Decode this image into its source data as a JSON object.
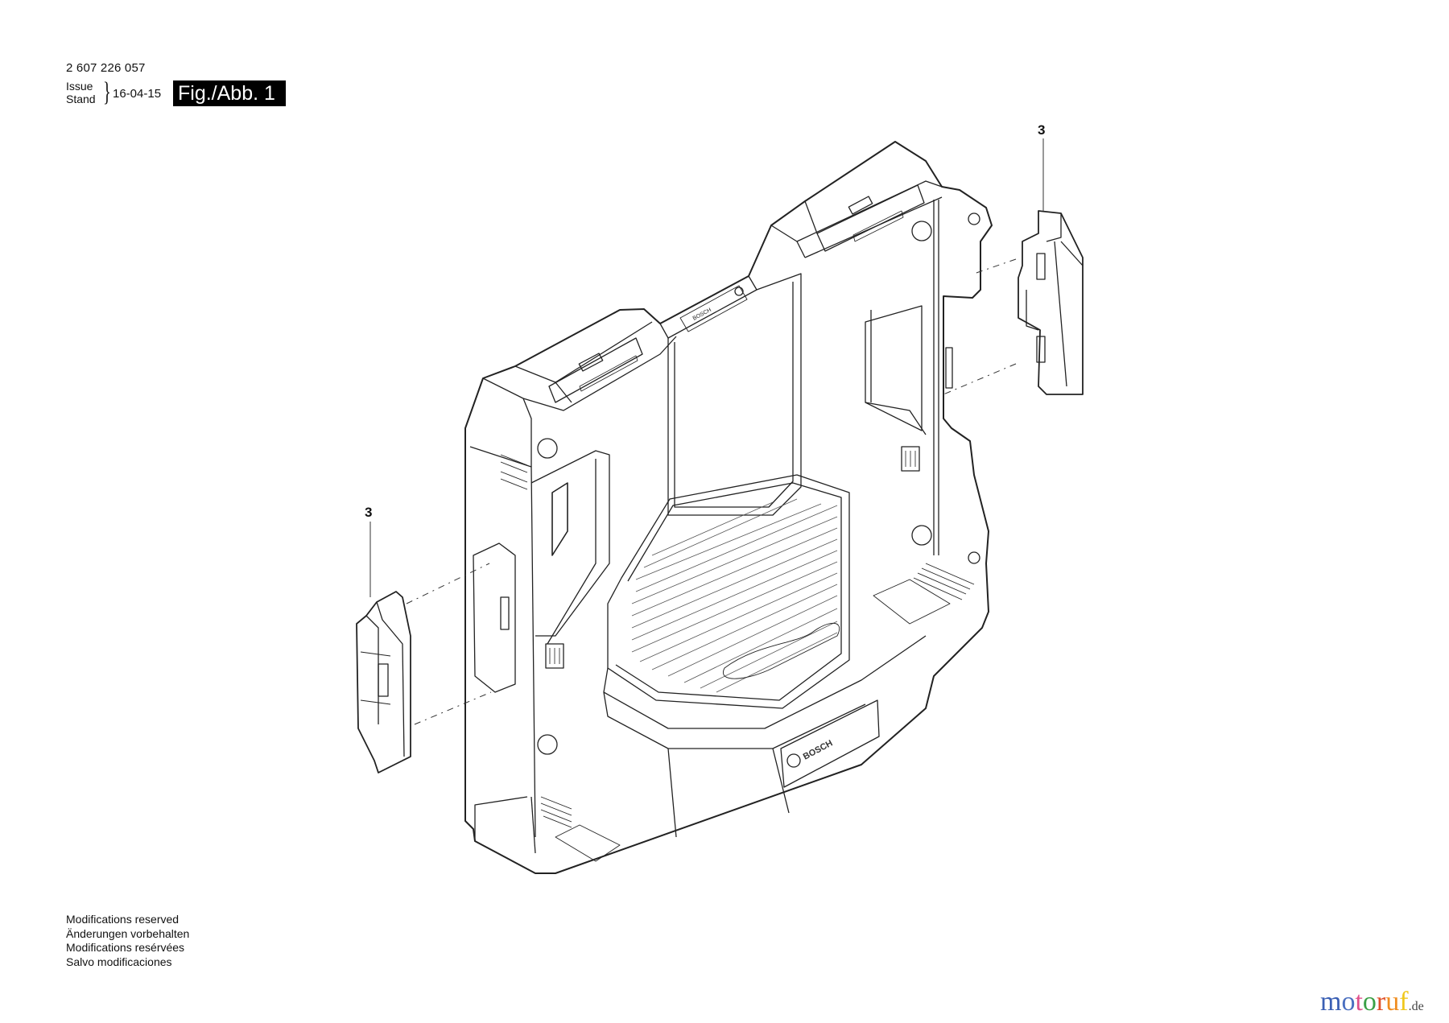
{
  "header": {
    "part_number": "2 607 226 057",
    "issue_label": "Issue",
    "stand_label": "Stand",
    "brace": "}",
    "issue_date": "16-04-15",
    "figure_label": "Fig./Abb. 1"
  },
  "diagram": {
    "subject": "battery holder housing (exploded view)",
    "callouts": [
      {
        "id": "3",
        "position": "upper-right bracket"
      },
      {
        "id": "3",
        "position": "left bracket"
      }
    ],
    "brand_marks": [
      "BOSCH",
      "BOSCH"
    ]
  },
  "footer": {
    "lines": [
      "Modifications reserved",
      "Änderungen vorbehalten",
      "Modifications resérvées",
      "Salvo modificaciones"
    ]
  },
  "watermark": {
    "letters": [
      {
        "char": "m",
        "color": "#3a5fb4"
      },
      {
        "char": "o",
        "color": "#4a6fc0"
      },
      {
        "char": "t",
        "color": "#e0508c"
      },
      {
        "char": "o",
        "color": "#3aa046"
      },
      {
        "char": "r",
        "color": "#e0502a"
      },
      {
        "char": "u",
        "color": "#f08c1e"
      },
      {
        "char": "f",
        "color": "#f0c81e"
      }
    ],
    "tld": ".de"
  }
}
